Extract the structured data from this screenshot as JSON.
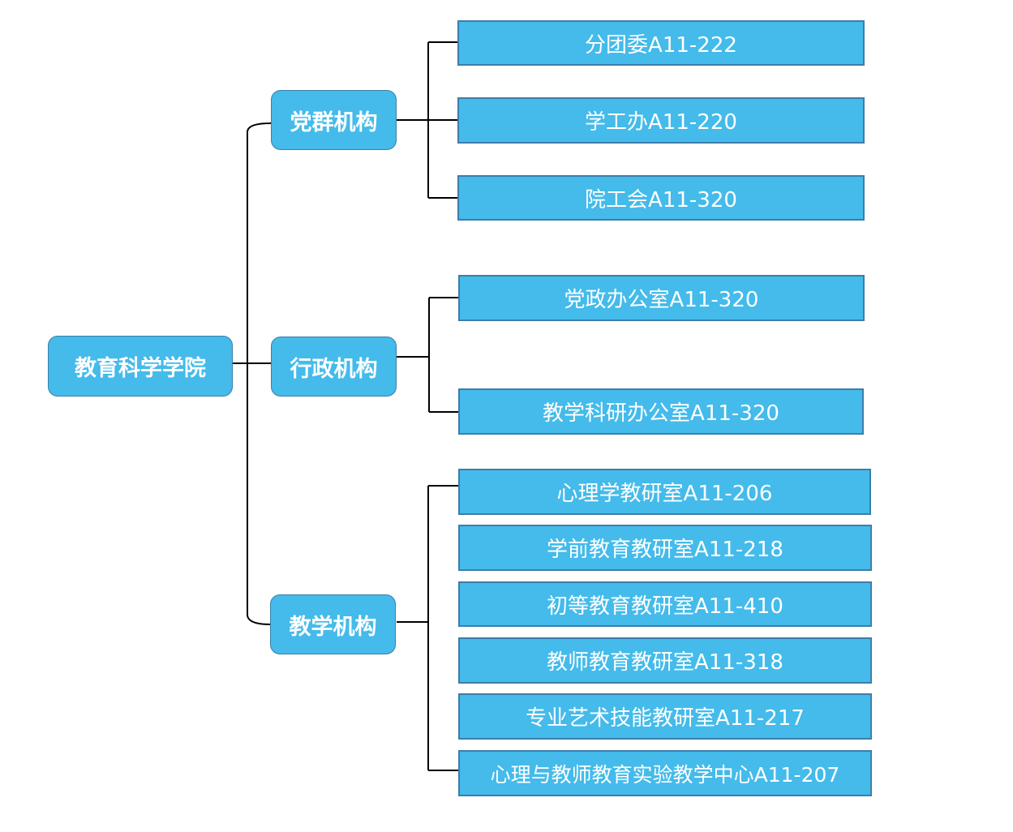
{
  "root": {
    "label": "教育科学学院"
  },
  "groups": [
    {
      "label": "党群机构",
      "children": [
        "分团委A11-222",
        "学工办A11-220",
        "院工会A11-320"
      ]
    },
    {
      "label": "行政机构",
      "children": [
        "党政办公室A11-320",
        "教学科研办公室A11-320"
      ]
    },
    {
      "label": "教学机构",
      "children": [
        "心理学教研室A11-206",
        "学前教育教研室A11-218",
        "初等教育教研室A11-410",
        "教师教育教研室A11-318",
        "专业艺术技能教研室A11-217",
        "心理与教师教育实验教学中心A11-207"
      ]
    }
  ],
  "colors": {
    "fill": "#44bbea",
    "border": "#3d7daa",
    "text": "#ffffff",
    "connector": "#000000"
  }
}
